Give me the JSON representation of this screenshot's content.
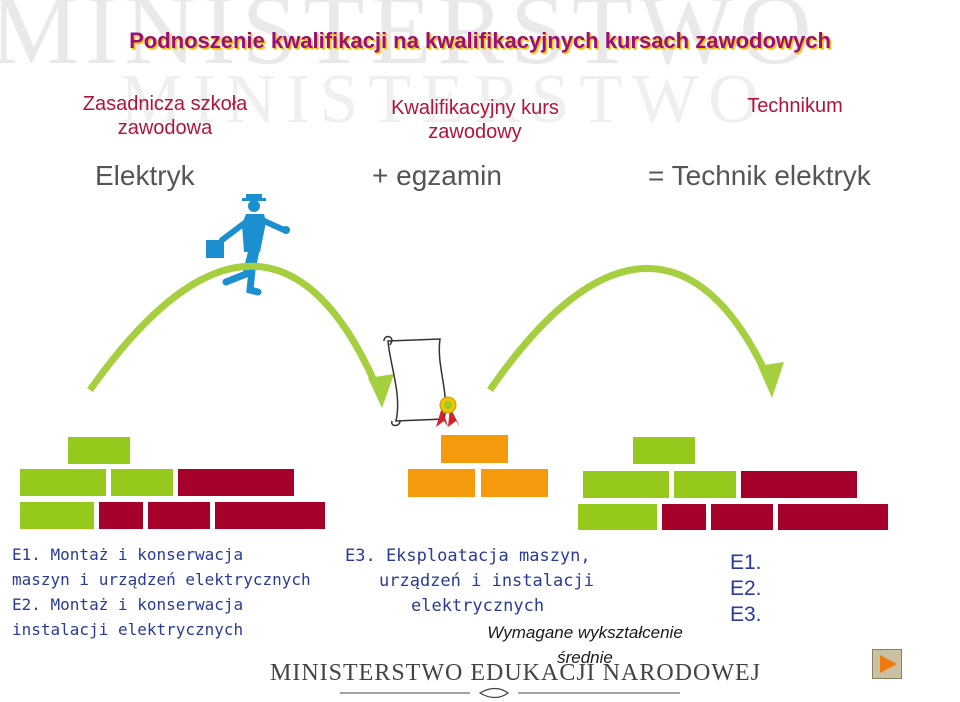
{
  "watermark": {
    "line1": "MINISTERSTWO",
    "line2": "MINISTERSTWO"
  },
  "title": "Podnoszenie kwalifikacji na kwalifikacyjnych kursach zawodowych",
  "columns": [
    {
      "heading_line1": "Zasadnicza szkoła",
      "heading_line2": "zawodowa",
      "value": "Elektryk"
    },
    {
      "heading_line1": "Kwalifikacyjny kurs",
      "heading_line2": "zawodowy",
      "value": "+ egzamin"
    },
    {
      "heading_line1": "Technikum",
      "heading_line2": "",
      "value": "= Technik elektryk"
    }
  ],
  "left_text": {
    "line1": "E1. Montaż i konserwacja",
    "line2": "maszyn i urządzeń elektrycznych",
    "line3": "E2. Montaż i konserwacja",
    "line4": "instalacji elektrycznych"
  },
  "middle_text": {
    "line1": "E3. Eksploatacja maszyn,",
    "line2": "urządzeń i instalacji",
    "line3": "elektrycznych",
    "requirement_line1": "Wymagane wykształcenie",
    "requirement_line2": "średnie"
  },
  "right_list": [
    "E1.",
    "E2.",
    "E3."
  ],
  "footer": {
    "ministry": "MINISTERSTWO EDUKACJI NARODOWEJ"
  },
  "icons": {
    "walking_man": "walking-man-icon",
    "certificate": "certificate-scroll-icon",
    "next": "play-next-icon"
  },
  "colors": {
    "title": "#9a0f7e",
    "heading": "#b5123a",
    "text_blue": "#2a3a9a",
    "green": "#95c91b",
    "red": "#a4002a",
    "orange": "#f59a0c",
    "arrow": "#a6cf40",
    "figure": "#1b8fd0"
  }
}
